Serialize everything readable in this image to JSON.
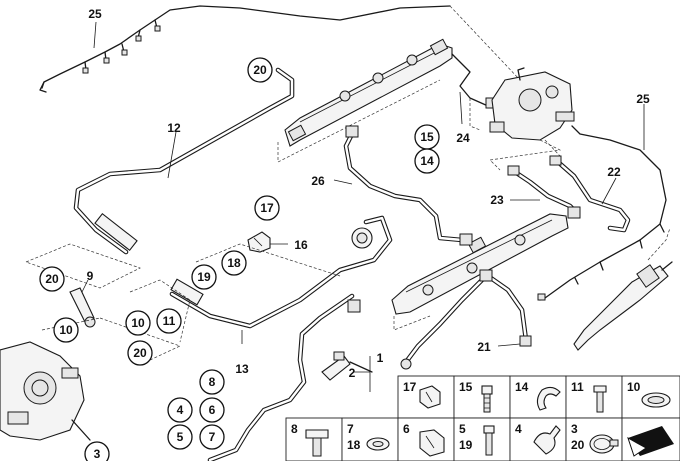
{
  "callouts": [
    {
      "text": "25",
      "style": "plain"
    },
    {
      "text": "20",
      "style": "circle"
    },
    {
      "text": "12",
      "style": "plain"
    },
    {
      "text": "24",
      "style": "plain"
    },
    {
      "text": "15",
      "style": "circle"
    },
    {
      "text": "14",
      "style": "circle"
    },
    {
      "text": "25",
      "style": "plain"
    },
    {
      "text": "26",
      "style": "plain"
    },
    {
      "text": "22",
      "style": "plain"
    },
    {
      "text": "23",
      "style": "plain"
    },
    {
      "text": "17",
      "style": "circle"
    },
    {
      "text": "16",
      "style": "plain"
    },
    {
      "text": "18",
      "style": "circle"
    },
    {
      "text": "19",
      "style": "circle"
    },
    {
      "text": "9",
      "style": "plain"
    },
    {
      "text": "20",
      "style": "circle"
    },
    {
      "text": "10",
      "style": "circle"
    },
    {
      "text": "10",
      "style": "circle"
    },
    {
      "text": "11",
      "style": "circle"
    },
    {
      "text": "20",
      "style": "circle"
    },
    {
      "text": "13",
      "style": "plain"
    },
    {
      "text": "1",
      "style": "plain"
    },
    {
      "text": "2",
      "style": "plain"
    },
    {
      "text": "21",
      "style": "plain"
    },
    {
      "text": "8",
      "style": "circle"
    },
    {
      "text": "4",
      "style": "circle"
    },
    {
      "text": "6",
      "style": "circle"
    },
    {
      "text": "5",
      "style": "circle"
    },
    {
      "text": "7",
      "style": "circle"
    },
    {
      "text": "3",
      "style": "circle"
    }
  ],
  "parts_table": [
    {
      "labels": [
        "17"
      ]
    },
    {
      "labels": [
        "15"
      ]
    },
    {
      "labels": [
        "14"
      ]
    },
    {
      "labels": [
        "11"
      ]
    },
    {
      "labels": [
        "10"
      ]
    },
    {
      "labels": [
        "8"
      ]
    },
    {
      "labels": [
        "7",
        "18"
      ]
    },
    {
      "labels": [
        "6"
      ]
    },
    {
      "labels": [
        "5",
        "19"
      ]
    },
    {
      "labels": [
        "4"
      ]
    },
    {
      "labels": [
        "3",
        "20"
      ]
    },
    {
      "labels": []
    }
  ]
}
